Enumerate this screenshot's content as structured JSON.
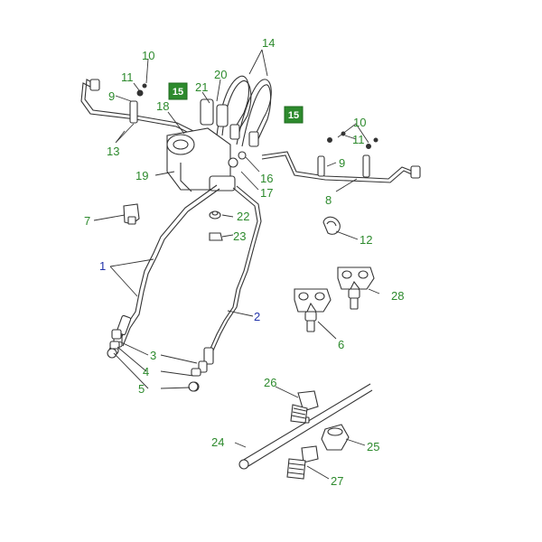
{
  "callouts": {
    "c1": "1",
    "c2": "2",
    "c3": "3",
    "c4": "4",
    "c5": "5",
    "c6": "6",
    "c7": "7",
    "c8": "8",
    "c9a": "9",
    "c9b": "9",
    "c10a": "10",
    "c10b": "10",
    "c11a": "11",
    "c11b": "11",
    "c12": "12",
    "c13": "13",
    "c14": "14",
    "c16": "16",
    "c17": "17",
    "c18": "18",
    "c19": "19",
    "c20": "20",
    "c21": "21",
    "c22": "22",
    "c23": "23",
    "c24": "24",
    "c25": "25",
    "c26": "26",
    "c27": "27",
    "c28": "28"
  },
  "badges": {
    "b15a": "15",
    "b15b": "15"
  },
  "colors": {
    "callout_green": "#2d8a2d",
    "callout_blue": "#2233aa",
    "badge_green": "#2d8a2d"
  }
}
